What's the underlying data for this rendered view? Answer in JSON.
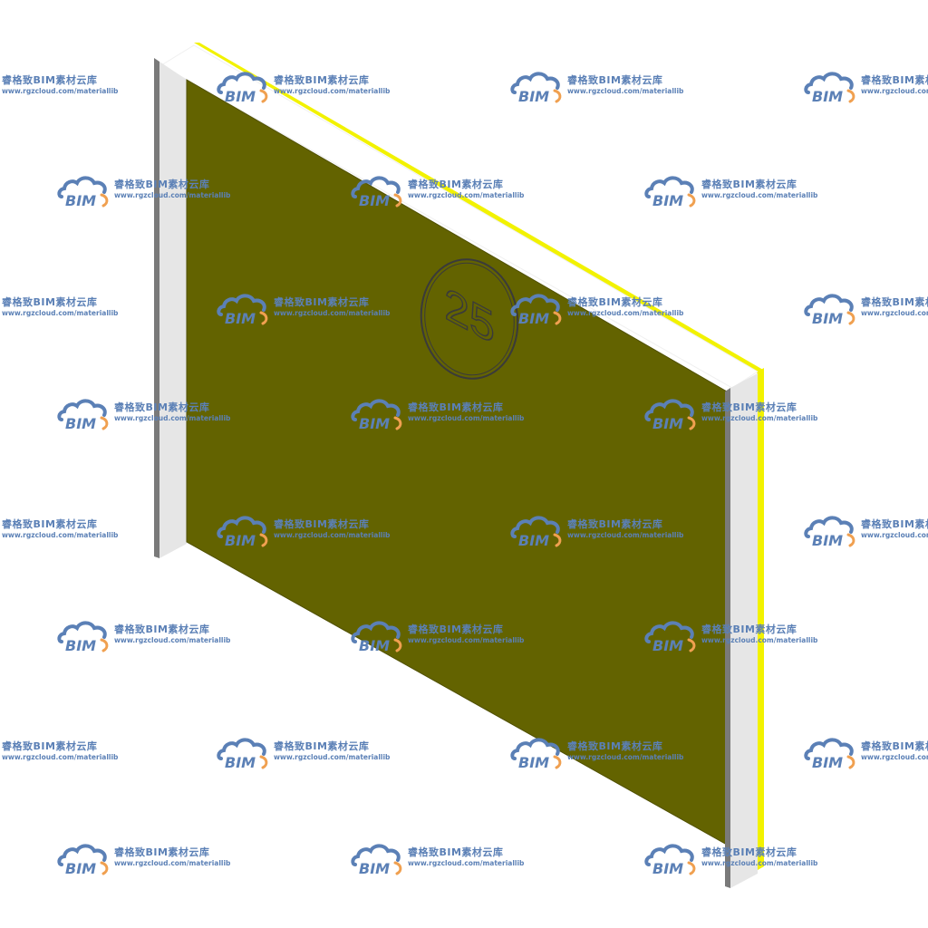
{
  "sign": {
    "number": "25",
    "colors": {
      "panel": "#636300",
      "panel_edge": "#4f4f00",
      "frame": "#e6e6e6",
      "frame_shadow": "#7a7a7a",
      "highlight": "#f2f200",
      "ring": "#3a3a3a"
    }
  },
  "watermark": {
    "logo_text": "BIM",
    "title": "睿格致BIM素材云库",
    "url": "www.rgzcloud.com/materiallib",
    "colors": {
      "text": "#5b80b6",
      "cloud": "#5b80b6",
      "arc": "#f0a050"
    }
  }
}
